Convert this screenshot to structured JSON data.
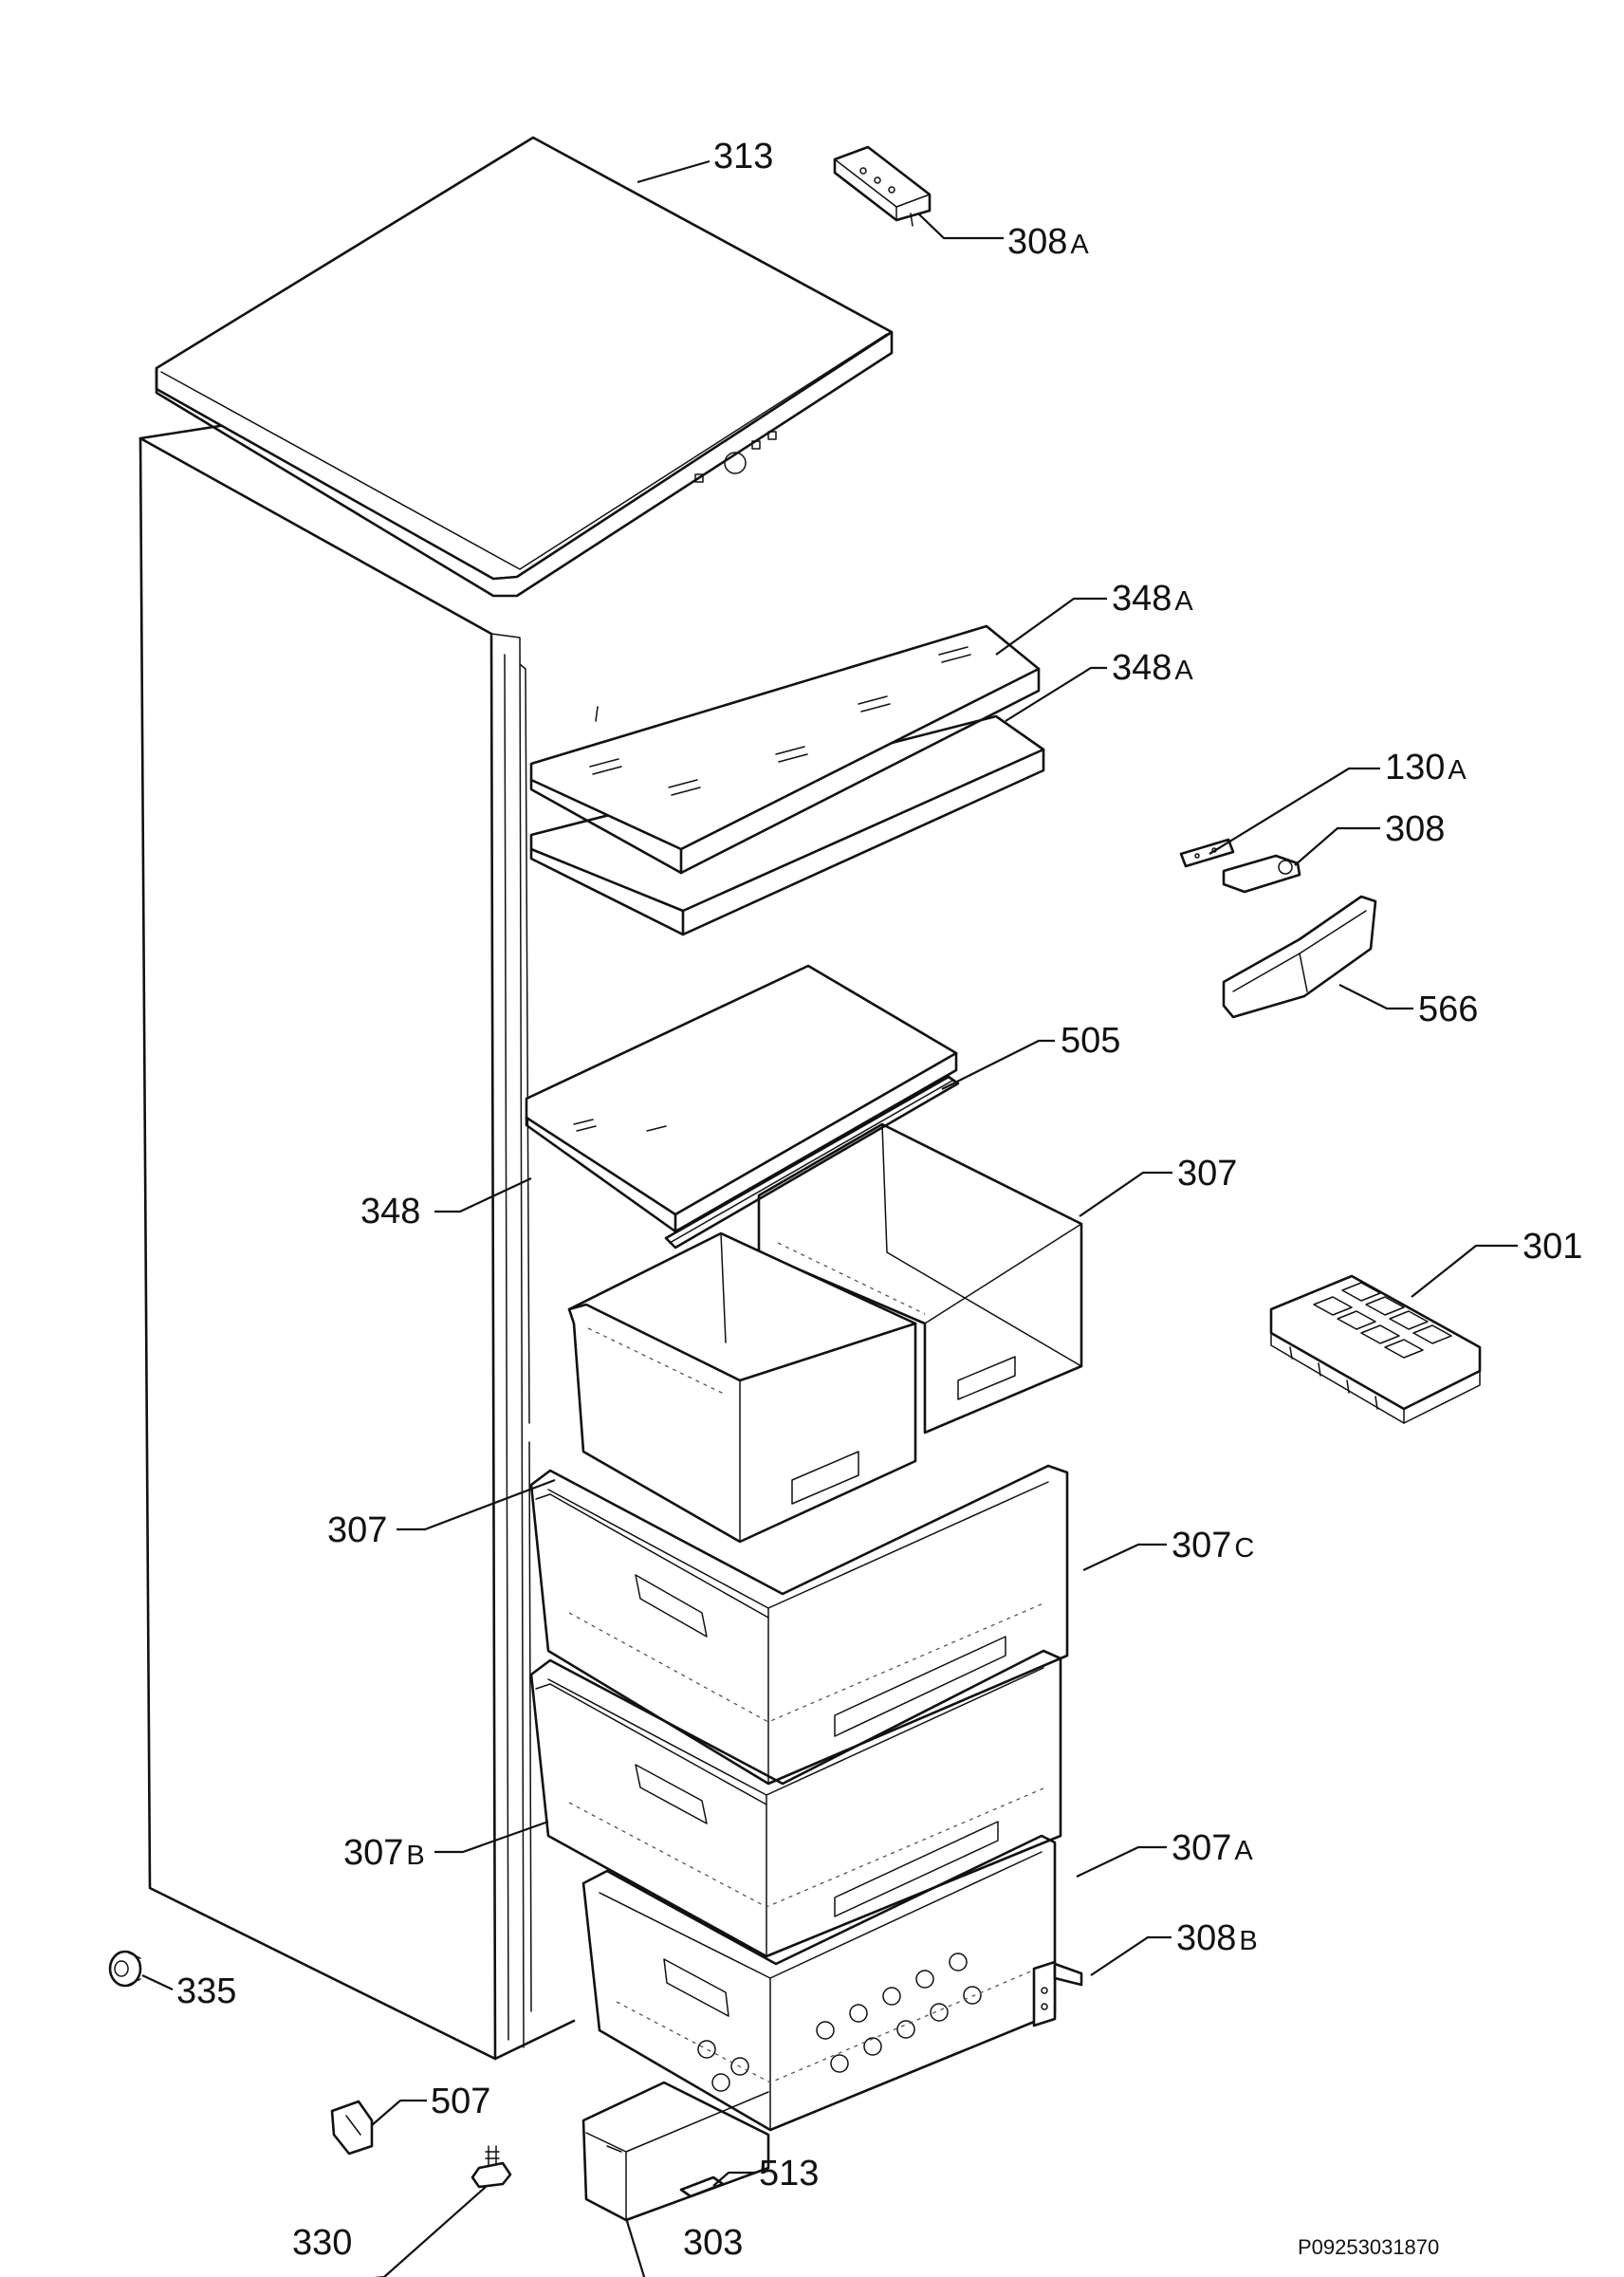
{
  "labels": {
    "l313": {
      "num": "313",
      "suffix": ""
    },
    "l308a": {
      "num": "308",
      "suffix": "A"
    },
    "l348a1": {
      "num": "348",
      "suffix": "A"
    },
    "l348a2": {
      "num": "348",
      "suffix": "A"
    },
    "l130a": {
      "num": "130",
      "suffix": "A"
    },
    "l308": {
      "num": "308",
      "suffix": ""
    },
    "l566": {
      "num": "566",
      "suffix": ""
    },
    "l505": {
      "num": "505",
      "suffix": ""
    },
    "l307top": {
      "num": "307",
      "suffix": ""
    },
    "l348": {
      "num": "348",
      "suffix": ""
    },
    "l301": {
      "num": "301",
      "suffix": ""
    },
    "l307left": {
      "num": "307",
      "suffix": ""
    },
    "l307c": {
      "num": "307",
      "suffix": "C"
    },
    "l307b": {
      "num": "307",
      "suffix": "B"
    },
    "l307a": {
      "num": "307",
      "suffix": "A"
    },
    "l308b": {
      "num": "308",
      "suffix": "B"
    },
    "l335": {
      "num": "335",
      "suffix": ""
    },
    "l507": {
      "num": "507",
      "suffix": ""
    },
    "l513": {
      "num": "513",
      "suffix": ""
    },
    "l330": {
      "num": "330",
      "suffix": ""
    },
    "l303": {
      "num": "303",
      "suffix": ""
    }
  },
  "drawing_code": "P09253031870"
}
